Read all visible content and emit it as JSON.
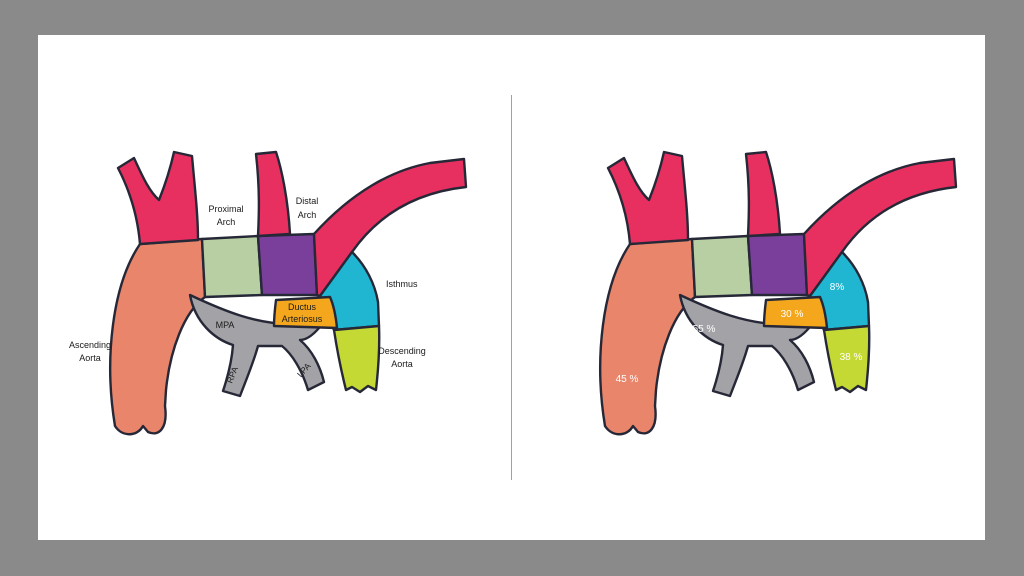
{
  "slide": {
    "background": "#ffffff",
    "page_background": "#8a8a8a"
  },
  "colors": {
    "outline": "#262837",
    "ascending_aorta": "#e8856b",
    "arch_branches": "#e73060",
    "proximal_arch": "#b7cfa3",
    "distal_arch": "#7a3f9b",
    "isthmus": "#20b6d2",
    "ductus_arteriosus": "#f4a71d",
    "descending_aorta": "#c5d934",
    "pulmonary_artery": "#a3a2a6"
  },
  "left_diagram": {
    "labels": {
      "proximal_arch_1": "Proximal",
      "proximal_arch_2": "Arch",
      "distal_arch_1": "Distal",
      "distal_arch_2": "Arch",
      "isthmus": "Isthmus",
      "mpa": "MPA",
      "ductus_1": "Ductus",
      "ductus_2": "Arteriosus",
      "rpa": "RPA",
      "lpa": "LPA",
      "ascending_1": "Ascending",
      "ascending_2": "Aorta",
      "descending_1": "Descending",
      "descending_2": "Aorta"
    }
  },
  "right_diagram": {
    "percentages": {
      "isthmus": "8%",
      "ductus": "30 %",
      "mpa": "55 %",
      "ascending": "45 %",
      "descending": "38 %"
    }
  }
}
